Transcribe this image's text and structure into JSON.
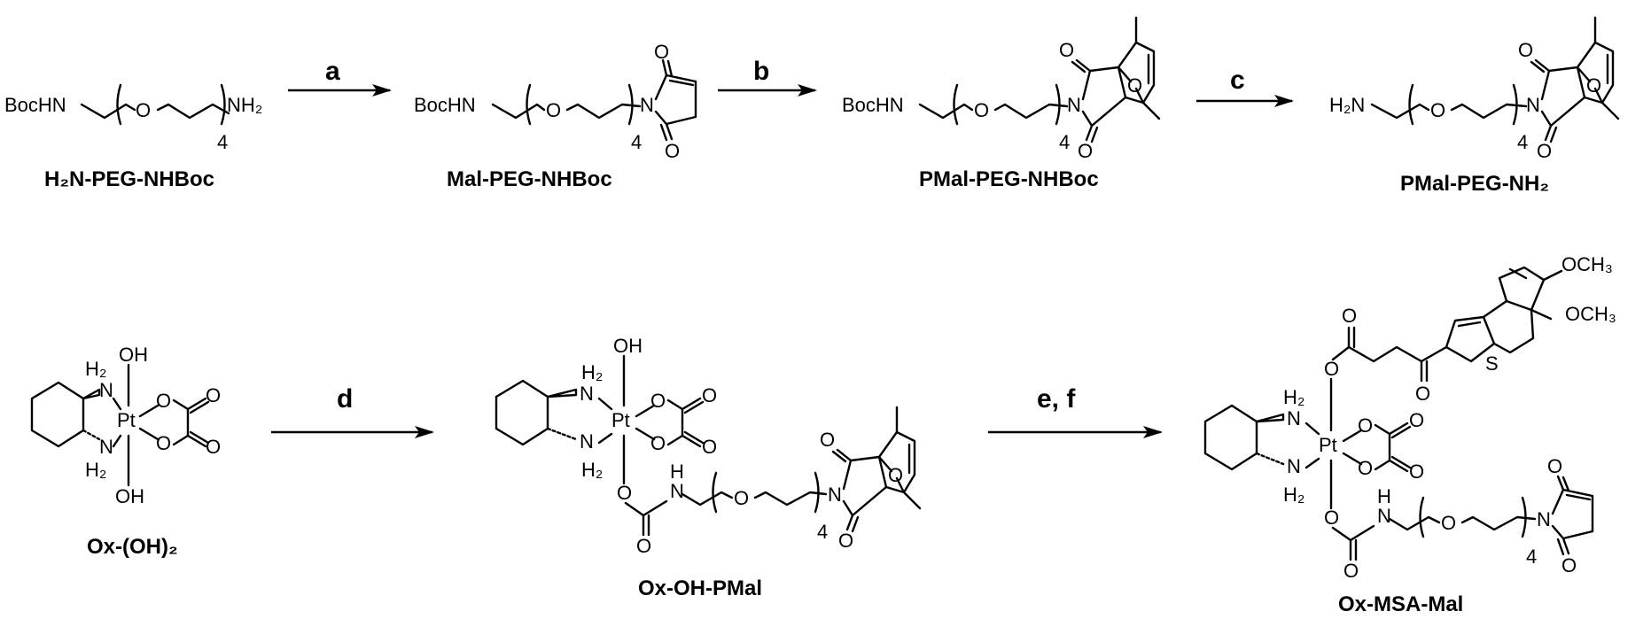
{
  "steps": {
    "a": "a",
    "b": "b",
    "c": "c",
    "d": "d",
    "ef": "e, f"
  },
  "compounds": {
    "c1": "H₂N-PEG-NHBoc",
    "c2": "Mal-PEG-NHBoc",
    "c3": "PMal-PEG-NHBoc",
    "c4": "PMal-PEG-NH₂",
    "c5": "Ox-(OH)₂",
    "c6": "Ox-OH-PMal",
    "c7": "Ox-MSA-Mal"
  },
  "atoms": {
    "bochn": "BocHN",
    "o": "O",
    "n": "N",
    "nh2": "NH₂",
    "h2n": "H₂N",
    "h2": "H₂",
    "h": "H",
    "oh": "OH",
    "pt": "Pt",
    "s": "S",
    "och3": "OCH₃",
    "repeat": "4"
  }
}
